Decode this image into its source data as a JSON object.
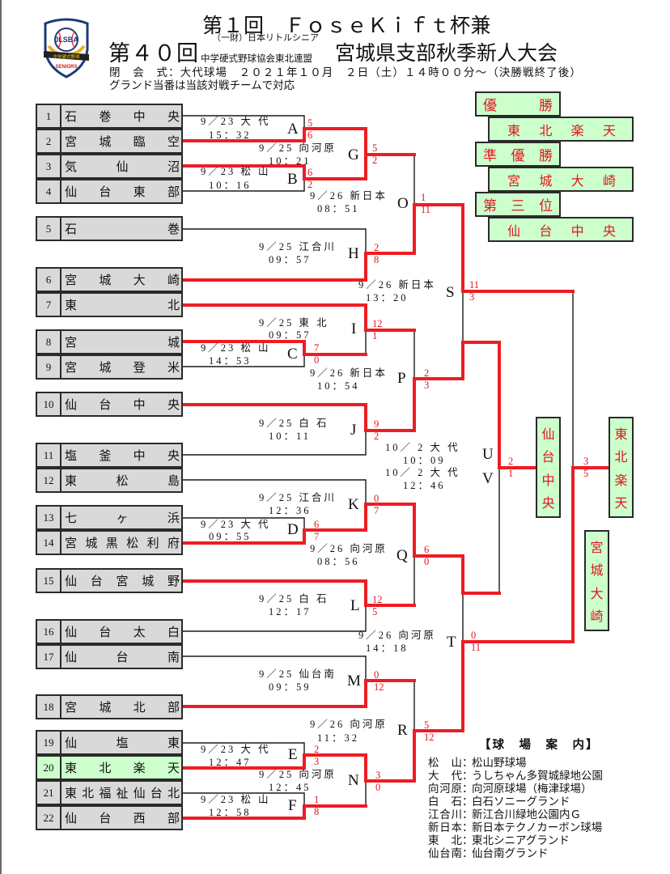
{
  "header": {
    "title_line1": "第１回　ＦｏｓｅＫｉｆｔ杯兼",
    "edition": "第４０回",
    "org_line1": "（一財）日本リトルシニア",
    "org_line2": "中学硬式野球協会東北連盟",
    "title_line2": "宮城県支部秋季新人大会",
    "closing": "閉　会　式：大代球場　２０２１年１０月　２日（土）１４時００分～（決勝戦終了後）",
    "ground_note": "グランド当番は当該対戦チームで対応"
  },
  "logo": {
    "top": "JLSBA",
    "band": "中学硬式野球",
    "bottom": "SENIORS"
  },
  "colors": {
    "winner_line": "#ee1c24",
    "score_text": "#e0161e",
    "highlight": "#ccffcc",
    "team_bg": "#d9d9d9"
  },
  "teams": [
    {
      "seed": "1",
      "name": "石巻中央"
    },
    {
      "seed": "2",
      "name": "宮城臨空"
    },
    {
      "seed": "3",
      "name": "気仙沼"
    },
    {
      "seed": "4",
      "name": "仙台東部"
    },
    {
      "seed": "5",
      "name": "石巻"
    },
    {
      "seed": "6",
      "name": "宮城大崎"
    },
    {
      "seed": "7",
      "name": "東北"
    },
    {
      "seed": "8",
      "name": "宮城"
    },
    {
      "seed": "9",
      "name": "宮城登米"
    },
    {
      "seed": "10",
      "name": "仙台中央"
    },
    {
      "seed": "11",
      "name": "塩釜中央"
    },
    {
      "seed": "12",
      "name": "東松島"
    },
    {
      "seed": "13",
      "name": "七ヶ浜"
    },
    {
      "seed": "14",
      "name": "宮城黒松利府"
    },
    {
      "seed": "15",
      "name": "仙台宮城野"
    },
    {
      "seed": "16",
      "name": "仙台太白"
    },
    {
      "seed": "17",
      "name": "仙台南"
    },
    {
      "seed": "18",
      "name": "宮城北部"
    },
    {
      "seed": "19",
      "name": "仙塩東"
    },
    {
      "seed": "20",
      "name": "東北楽天",
      "highlight": true
    },
    {
      "seed": "21",
      "name": "東北福祉仙台北"
    },
    {
      "seed": "22",
      "name": "仙台西部"
    }
  ],
  "games": {
    "A": {
      "label": "A",
      "schedule": "9／23 大 代",
      "time": "15：32",
      "score_top": "5",
      "score_bottom": "6"
    },
    "B": {
      "label": "B",
      "schedule": "9／23 松 山",
      "time": "10：16",
      "score_top": "6",
      "score_bottom": "2"
    },
    "C": {
      "label": "C",
      "schedule": "9／23 松 山",
      "time": "14：53",
      "score_top": "7",
      "score_bottom": "0"
    },
    "D": {
      "label": "D",
      "schedule": "9／23 大 代",
      "time": "09：55",
      "score_top": "6",
      "score_bottom": "7"
    },
    "E": {
      "label": "E",
      "schedule": "9／23 大 代",
      "time": "12：47",
      "score_top": "2",
      "score_bottom": "3"
    },
    "F": {
      "label": "F",
      "schedule": "9／23 松 山",
      "time": "12：58",
      "score_top": "1",
      "score_bottom": "8"
    },
    "G": {
      "label": "G",
      "schedule": "9／25 向河原",
      "time": "10：21",
      "score_top": "5",
      "score_bottom": "2"
    },
    "H": {
      "label": "H",
      "schedule": "9／25 江合川",
      "time": "09：57",
      "score_top": "2",
      "score_bottom": "8"
    },
    "I": {
      "label": "I",
      "schedule": "9／25 東 北",
      "time": "09：57",
      "score_top": "12",
      "score_bottom": "1"
    },
    "J": {
      "label": "J",
      "schedule": "9／25 白 石",
      "time": "10：11",
      "score_top": "9",
      "score_bottom": "2"
    },
    "K": {
      "label": "K",
      "schedule": "9／25 江合川",
      "time": "12：36",
      "score_top": "0",
      "score_bottom": "7"
    },
    "L": {
      "label": "L",
      "schedule": "9／25 白 石",
      "time": "12：17",
      "score_top": "12",
      "score_bottom": "5"
    },
    "M": {
      "label": "M",
      "schedule": "9／25 仙台南",
      "time": "09：59",
      "score_top": "0",
      "score_bottom": "12"
    },
    "N": {
      "label": "N",
      "schedule": "9／25 向河原",
      "time": "12：45",
      "score_top": "3",
      "score_bottom": "0"
    },
    "O": {
      "label": "O",
      "schedule": "9／26 新日本",
      "time": "08：51",
      "score_top": "1",
      "score_bottom": "11"
    },
    "P": {
      "label": "P",
      "schedule": "9／26 新日本",
      "time": "10：54",
      "score_top": "2",
      "score_bottom": "3"
    },
    "Q": {
      "label": "Q",
      "schedule": "9／26 向河原",
      "time": "08：56",
      "score_top": "6",
      "score_bottom": "0"
    },
    "R": {
      "label": "R",
      "schedule": "9／26 向河原",
      "time": "11：32",
      "score_top": "5",
      "score_bottom": "12"
    },
    "S": {
      "label": "S",
      "schedule": "9／26 新日本",
      "time": "13：20",
      "score_top": "11",
      "score_bottom": "3"
    },
    "T": {
      "label": "T",
      "schedule": "9／26 向河原",
      "time": "14：18",
      "score_top": "0",
      "score_bottom": "11"
    },
    "U": {
      "label": "U",
      "schedule": "10／ 2 大 代",
      "time": "10：09",
      "score_top": "2",
      "score_bottom": "1"
    },
    "V": {
      "label": "V",
      "schedule": "10／ 2 大 代",
      "time": "12：46",
      "score_top": "3",
      "score_bottom": "5"
    }
  },
  "results": {
    "champion_label": "優勝",
    "champion": "東北楽天",
    "runner_up_label": "準優勝",
    "runner_up": "宮城大崎",
    "third_label": "第三位",
    "third": "仙台中央"
  },
  "bracket_end_boxes": {
    "third_place_winner": "仙台中央",
    "final_winner": "東北楽天",
    "final_runner_up": "宮城大崎"
  },
  "venues": {
    "title": "【球　場　案　内】",
    "colon": "：",
    "items": [
      {
        "short": "松　山",
        "full": "松山野球場"
      },
      {
        "short": "大　代",
        "full": "うしちゃん多賀城緑地公園"
      },
      {
        "short": "向河原",
        "full": "向河原球場（梅津球場）"
      },
      {
        "short": "白　石",
        "full": "白石ソニーグランド"
      },
      {
        "short": "江合川",
        "full": "新江合川緑地公園内Ｇ"
      },
      {
        "short": "新日本",
        "full": "新日本テクノカーボン球場"
      },
      {
        "short": "東　北",
        "full": "東北シニアグランド"
      },
      {
        "short": "仙台南",
        "full": "仙台南グランド"
      }
    ]
  }
}
